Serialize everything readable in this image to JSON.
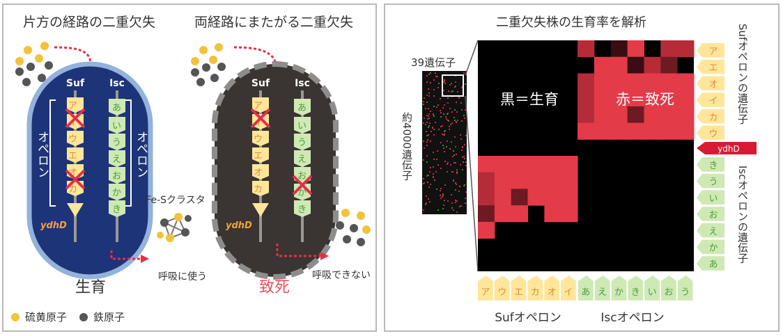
{
  "left_panel": {
    "title_single": "片方の経路の二重欠失",
    "title_both": "両経路にまたがる二重欠失",
    "suf": "Suf",
    "isc": "Isc",
    "operon_left": "オペロン",
    "operon_right": "オペロン",
    "suf_genes": [
      "ア",
      "イ",
      "ウ",
      "エ",
      "オ",
      "カ"
    ],
    "isc_genes": [
      "あ",
      "い",
      "う",
      "え",
      "お",
      "か",
      "き"
    ],
    "ydhd": "ydhD",
    "cluster_label": "Fe-Sクラスタ",
    "resp_use": "呼吸に使う",
    "resp_cannot": "呼吸できない",
    "growth": "生育",
    "lethal": "致死",
    "legend_sulfur": "硫黄原子",
    "legend_iron": "鉄原子"
  },
  "right_panel": {
    "title": "二重欠失株の生育率を解析",
    "genes_39": "39遺伝子",
    "genes_4000": "約4000遺伝子",
    "black_label": "黒＝生育",
    "red_label": "赤＝致死",
    "right_suf_title": "Sufオペロンの遺伝子",
    "right_isc_title": "Iscオペロンの遺伝子",
    "ydhd_tag": "ydhD",
    "right_suf_genes": [
      "ア",
      "エ",
      "オ",
      "イ",
      "カ",
      "ウ"
    ],
    "right_isc_genes": [
      "き",
      "う",
      "い",
      "お",
      "え",
      "か",
      "あ"
    ],
    "bottom_suf_genes": [
      "ア",
      "ウ",
      "エ",
      "カ",
      "オ",
      "イ"
    ],
    "bottom_isc_genes": [
      "あ",
      "え",
      "か",
      "き",
      "い",
      "お",
      "う"
    ],
    "bottom_suf_label": "Sufオペロン",
    "bottom_isc_label": "Iscオペロン"
  },
  "colors": {
    "cell_blue": "#1e3478",
    "cell_blue_ring": "#93b2dc",
    "cell_dark": "#3a3432",
    "suf_yellow": "#ffe69a",
    "isc_green": "#cfe9b4",
    "red_arrow": "#e62e48",
    "lethal_text": "#e8505b",
    "heat_red": "#e33b48",
    "ydhd_tag": "#d91a35"
  }
}
